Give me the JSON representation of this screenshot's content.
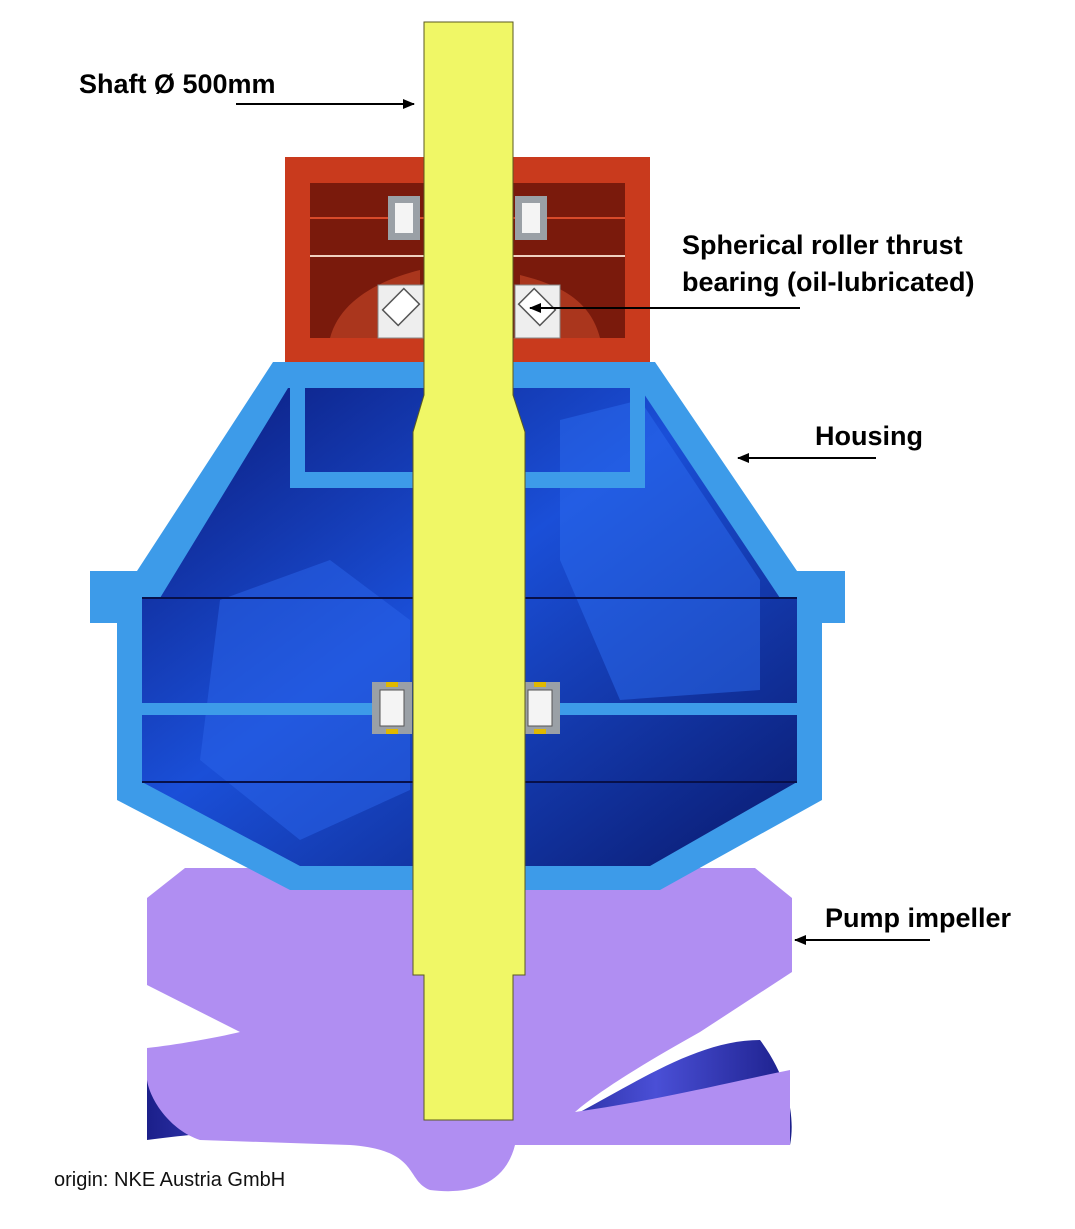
{
  "labels": {
    "shaft": "Shaft Ø 500mm",
    "thrust_bearing_line1": "Spherical roller thrust",
    "thrust_bearing_line2": "bearing (oil-lubricated)",
    "housing": "Housing",
    "impeller": "Pump impeller"
  },
  "source": "origin: NKE Austria GmbH",
  "colors": {
    "shaft": "#f0f766",
    "bearing_housing": "#c93a1d",
    "bearing_housing_inner": "#8a1d0e",
    "housing_wall": "#3d9be9",
    "housing_interior": "#0a1f8c",
    "housing_interior_light": "#1f55e0",
    "impeller": "#b08ef2",
    "impeller_blade": "#2a2fa8",
    "bearing_steel": "#9aa0a6",
    "bearing_roller": "#f4f4f4"
  }
}
